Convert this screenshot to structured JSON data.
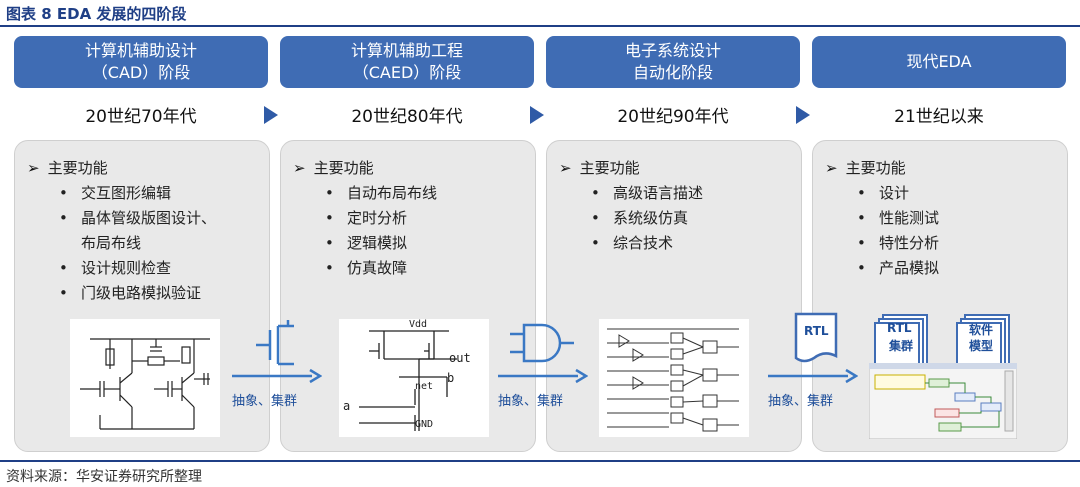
{
  "figure_title": "图表 8 EDA 发展的四阶段",
  "source": "资料来源：华安证券研究所整理",
  "stages": [
    {
      "title_line1": "计算机辅助设计",
      "title_line2": "（CAD）阶段",
      "era": "20世纪70年代",
      "func_head": "主要功能",
      "items": [
        "交互图形编辑",
        "晶体管级版图设计、",
        "布局布线",
        "设计规则检查",
        "门级电路模拟验证"
      ]
    },
    {
      "title_line1": "计算机辅助工程",
      "title_line2": "（CAED）阶段",
      "era": "20世纪80年代",
      "func_head": "主要功能",
      "items": [
        "自动布局布线",
        "定时分析",
        "逻辑模拟",
        "仿真故障"
      ]
    },
    {
      "title_line1": "电子系统设计",
      "title_line2": "自动化阶段",
      "era": "20世纪90年代",
      "func_head": "主要功能",
      "items": [
        "高级语言描述",
        "系统级仿真",
        "综合技术"
      ]
    },
    {
      "title_line1": "现代EDA",
      "title_line2": "",
      "era": "21世纪以来",
      "func_head": "主要功能",
      "items": [
        "设计",
        "性能测试",
        "特性分析",
        "产品模拟"
      ]
    }
  ],
  "transition_label": "抽象、集群",
  "cmos_labels": {
    "vdd": "Vdd",
    "out": "out",
    "b": "b",
    "net": "net",
    "a": "a",
    "gnd": "GND"
  },
  "doc_labels": {
    "rtl": "RTL",
    "rtl_cluster_1": "RTL",
    "rtl_cluster_2": "集群",
    "sw_1": "软件",
    "sw_2": "模型"
  },
  "colors": {
    "header": "#3f6cb4",
    "accent": "#1f3f86",
    "arrow": "#3a78c4",
    "panel": "#e9e9e9"
  }
}
